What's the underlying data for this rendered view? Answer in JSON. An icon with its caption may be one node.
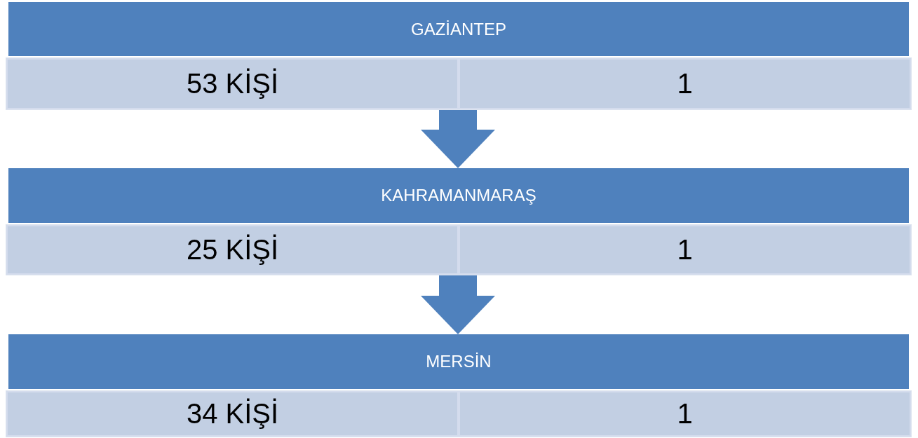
{
  "diagram": {
    "nodes": [
      {
        "text": [
          "GAZİANTEP"
        ]
      },
      {
        "text": [],
        "shape": "bar"
      },
      {
        "text": [
          "53 KİŞİ"
        ],
        "in": 1
      },
      {
        "text": [
          "1"
        ],
        "in": 1
      },
      {
        "text": [
          "KAHRAMANMARAŞ"
        ]
      },
      {
        "text": [],
        "shape": "bar"
      },
      {
        "text": [
          "25 KİŞİ"
        ],
        "in": 5
      },
      {
        "text": [
          "1"
        ],
        "in": 5
      },
      {
        "text": [
          "MERSİN"
        ]
      },
      {
        "text": [],
        "shape": "bar"
      },
      {
        "text": [
          "34 KİŞİ"
        ],
        "in": 9
      },
      {
        "text": [
          "1"
        ],
        "in": 9
      }
    ],
    "edges": [
      {
        "from": 1,
        "to": 4,
        "arrow": "to"
      },
      {
        "from": 5,
        "to": 8,
        "arrow": "to"
      }
    ]
  }
}
